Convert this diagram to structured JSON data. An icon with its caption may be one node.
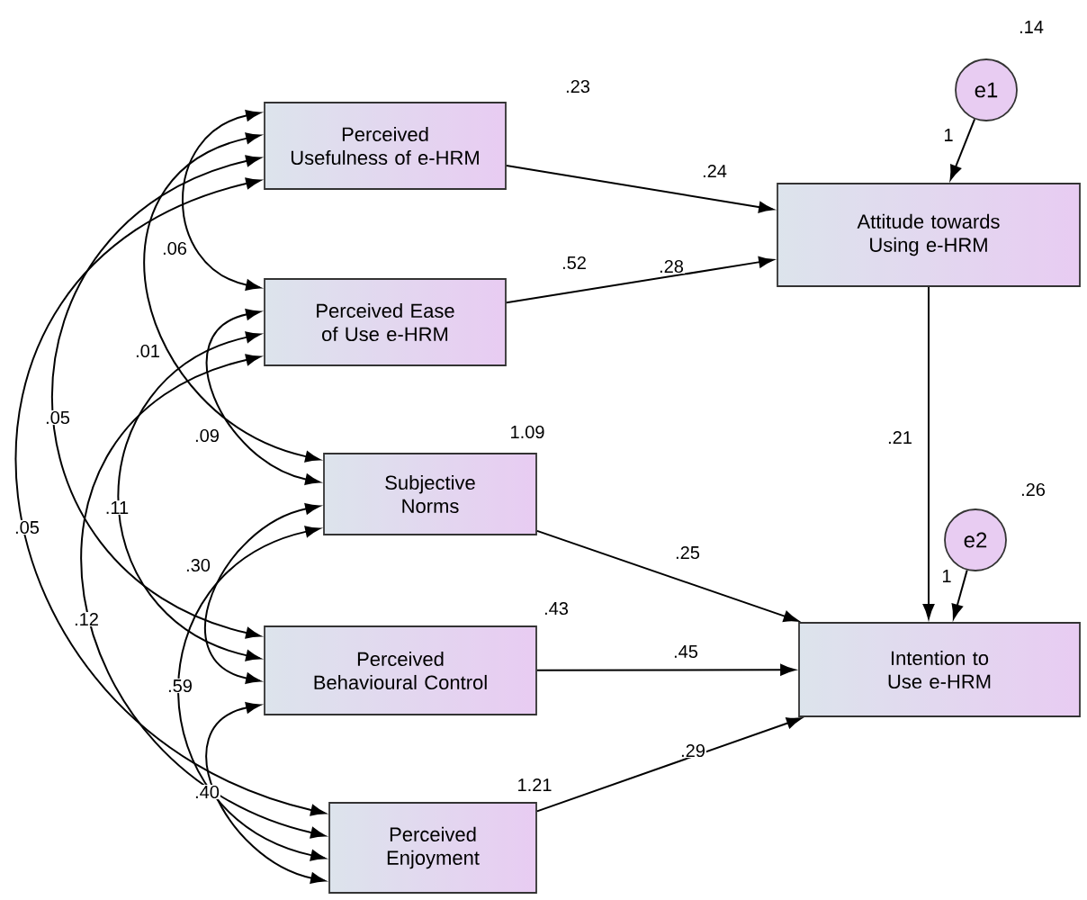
{
  "diagram": {
    "nodes": [
      {
        "text": [
          "Perceived Usefulness of e-HRM"
        ],
        "beside": [
          ".23"
        ]
      },
      {
        "text": [
          "Perceived Ease of Use e-HRM"
        ],
        "beside": [
          ".52"
        ]
      },
      {
        "text": [
          "Subjective Norms"
        ],
        "beside": [
          "1.09"
        ]
      },
      {
        "text": [
          "Perceived Behavioural Control"
        ],
        "beside": [
          ".43"
        ]
      },
      {
        "text": [
          "Perceived Enjoyment"
        ],
        "beside": [
          "1.21"
        ]
      },
      {
        "text": [
          "Attitude towards Using e-HRM"
        ]
      },
      {
        "text": [
          "e1"
        ],
        "beside": [
          ".14"
        ]
      },
      {
        "text": [
          "Intention to Use e-HRM"
        ]
      },
      {
        "text": [
          "e2"
        ],
        "beside": [
          ".26"
        ]
      }
    ],
    "edges": [
      {
        "from": 0,
        "to": 5,
        "arrow": "to",
        "label": ".24"
      },
      {
        "from": 1,
        "to": 5,
        "arrow": "to",
        "label": ".28"
      },
      {
        "from": 6,
        "to": 5,
        "arrow": "to",
        "label": "1"
      },
      {
        "from": 5,
        "to": 7,
        "arrow": "to",
        "label": ".21"
      },
      {
        "from": 8,
        "to": 7,
        "arrow": "to",
        "label": "1"
      },
      {
        "from": 2,
        "to": 7,
        "arrow": "to",
        "label": ".25"
      },
      {
        "from": 3,
        "to": 7,
        "arrow": "to",
        "label": ".45"
      },
      {
        "from": 4,
        "to": 7,
        "arrow": "to",
        "label": ".29"
      },
      {
        "from": 0,
        "to": 1,
        "arrow": "both",
        "label": ".06"
      },
      {
        "from": 0,
        "to": 2,
        "arrow": "both",
        "label": ".01"
      },
      {
        "from": 0,
        "to": 3,
        "arrow": "both",
        "label": ".05"
      },
      {
        "from": 1,
        "to": 2,
        "arrow": "both",
        "label": ".09"
      },
      {
        "from": 1,
        "to": 3,
        "arrow": "both",
        "label": ".11"
      },
      {
        "from": 0,
        "to": 4,
        "arrow": "both",
        "label": ".05"
      },
      {
        "from": 2,
        "to": 3,
        "arrow": "both",
        "label": ".30"
      },
      {
        "from": 1,
        "to": 4,
        "arrow": "both",
        "label": ".12"
      },
      {
        "from": 2,
        "to": 4,
        "arrow": "both",
        "label": ".59"
      },
      {
        "from": 3,
        "to": 4,
        "arrow": "both",
        "label": ".40"
      }
    ]
  }
}
